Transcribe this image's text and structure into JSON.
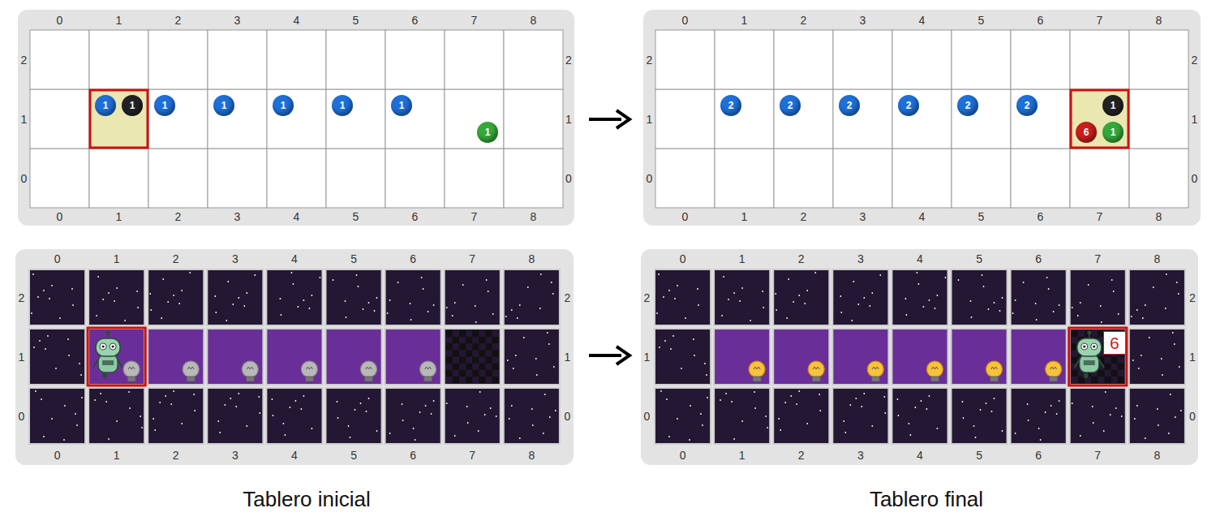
{
  "diagram": {
    "nodes": [
      {
        "text": [
          "1"
        ]
      },
      {
        "text": [
          "1"
        ]
      },
      {
        "text": [
          "1"
        ]
      },
      {
        "text": [
          "1"
        ]
      },
      {
        "text": [
          "1"
        ]
      },
      {
        "text": [
          "1"
        ]
      },
      {
        "text": [
          "1"
        ]
      },
      {
        "text": [
          "1"
        ]
      },
      {
        "text": [
          "2"
        ]
      },
      {
        "text": [
          "2"
        ]
      },
      {
        "text": [
          "2"
        ]
      },
      {
        "text": [
          "2"
        ]
      },
      {
        "text": [
          "2"
        ]
      },
      {
        "text": [
          "2"
        ]
      },
      {
        "text": [
          "1"
        ]
      },
      {
        "text": [
          "6"
        ]
      },
      {
        "text": [
          "1"
        ]
      },
      {
        "text": [
          "6"
        ]
      }
    ],
    "labels": [
      "0",
      "1",
      "2",
      "3",
      "4",
      "5",
      "6",
      "7",
      "8",
      "2",
      "1",
      "0",
      "2",
      "1",
      "0",
      "0",
      "1",
      "2",
      "3",
      "4",
      "5",
      "6",
      "7",
      "8",
      "0",
      "1",
      "2",
      "3",
      "4",
      "5",
      "6",
      "7",
      "8",
      "2",
      "1",
      "0",
      "2",
      "1",
      "0",
      "0",
      "1",
      "2",
      "3",
      "4",
      "5",
      "6",
      "7",
      "8",
      "0",
      "1",
      "2",
      "3",
      "4",
      "5",
      "6",
      "7",
      "8",
      "2",
      "1",
      "0",
      "2",
      "1",
      "0",
      "0",
      "1",
      "2",
      "3",
      "4",
      "5",
      "6",
      "7",
      "8",
      "0",
      "1",
      "2",
      "3",
      "4",
      "5",
      "6",
      "7",
      "8",
      "2",
      "1",
      "0",
      "2",
      "1",
      "0",
      "0",
      "1",
      "2",
      "3",
      "4",
      "5",
      "6",
      "7",
      "8",
      "Tablero inicial",
      "Tablero final"
    ]
  }
}
